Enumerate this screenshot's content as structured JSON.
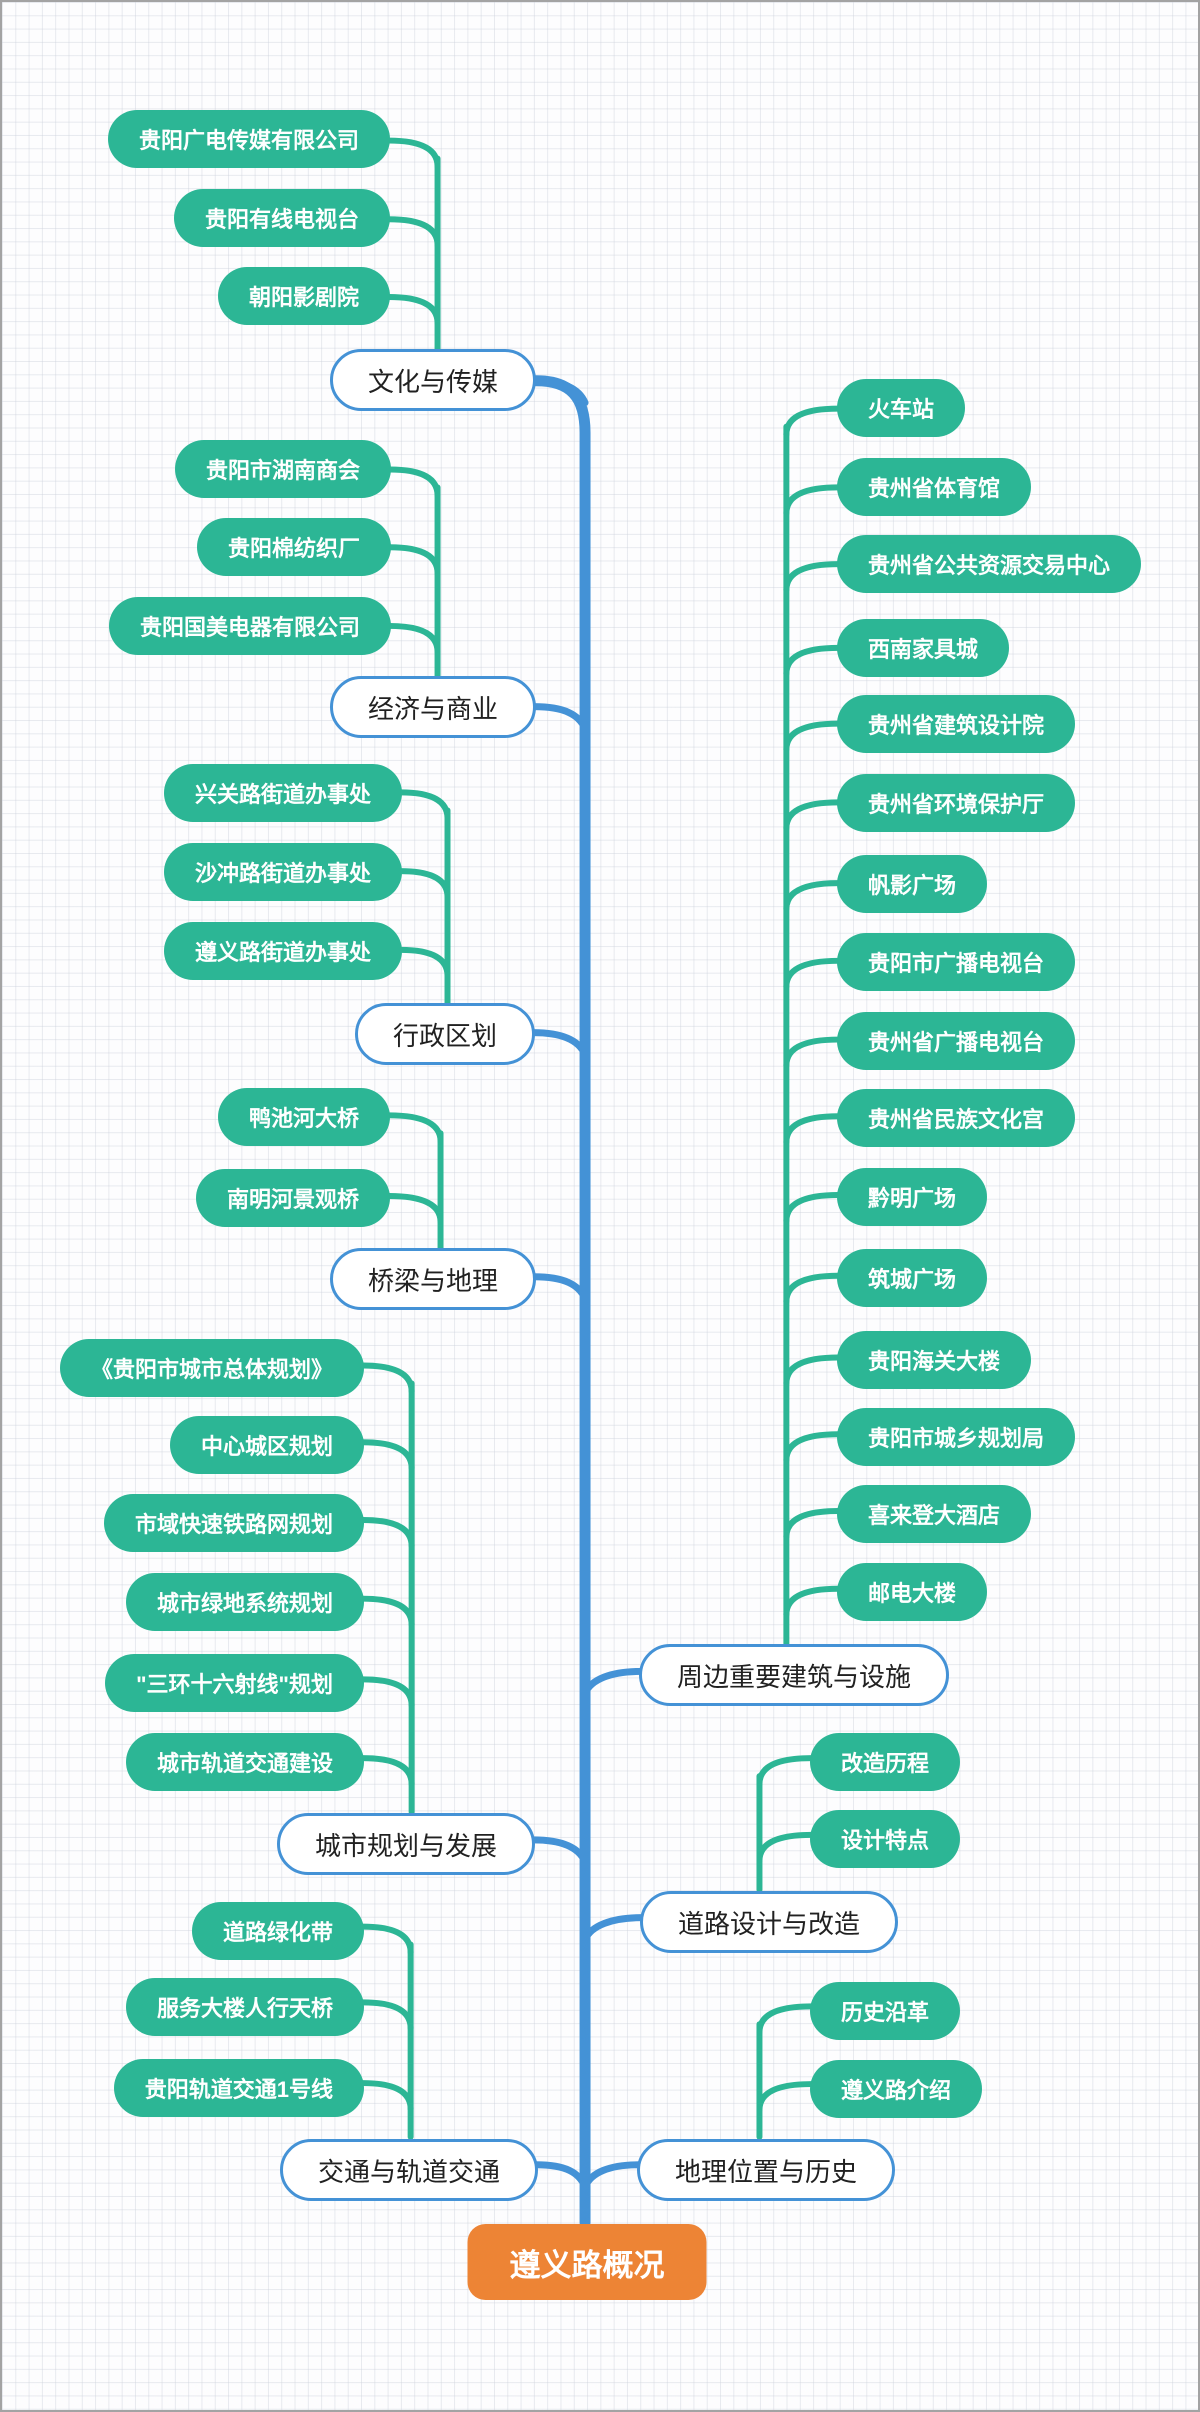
{
  "title": "遵义路概况思维导图",
  "colors": {
    "teal": "#2CB695",
    "blue": "#4492D6",
    "orange": "#ED8435",
    "category_text": "#212121",
    "leaf_text": "#FFFFFF"
  },
  "root": {
    "label": "遵义路概况"
  },
  "left_groups": [
    {
      "label": "文化与传媒",
      "children": [
        "贵阳广电传媒有限公司",
        "贵阳有线电视台",
        "朝阳影剧院"
      ]
    },
    {
      "label": "经济与商业",
      "children": [
        "贵阳市湖南商会",
        "贵阳棉纺织厂",
        "贵阳国美电器有限公司"
      ]
    },
    {
      "label": "行政区划",
      "children": [
        "兴关路街道办事处",
        "沙冲路街道办事处",
        "遵义路街道办事处"
      ]
    },
    {
      "label": "桥梁与地理",
      "children": [
        "鸭池河大桥",
        "南明河景观桥"
      ]
    },
    {
      "label": "城市规划与发展",
      "children": [
        "《贵阳市城市总体规划》",
        "中心城区规划",
        "市域快速铁路网规划",
        "城市绿地系统规划",
        "\"三环十六射线\"规划",
        "城市轨道交通建设"
      ]
    },
    {
      "label": "交通与轨道交通",
      "children": [
        "道路绿化带",
        "服务大楼人行天桥",
        "贵阳轨道交通1号线"
      ]
    }
  ],
  "right_groups": [
    {
      "label": "周边重要建筑与设施",
      "children": [
        "火车站",
        "贵州省体育馆",
        "贵州省公共资源交易中心",
        "西南家具城",
        "贵州省建筑设计院",
        "贵州省环境保护厅",
        "帆影广场",
        "贵阳市广播电视台",
        "贵州省广播电视台",
        "贵州省民族文化宫",
        "黔明广场",
        "筑城广场",
        "贵阳海关大楼",
        "贵阳市城乡规划局",
        "喜来登大酒店",
        "邮电大楼"
      ]
    },
    {
      "label": "道路设计与改造",
      "children": [
        "改造历程",
        "设计特点"
      ]
    },
    {
      "label": "地理位置与历史",
      "children": [
        "历史沿革",
        "遵义路介绍"
      ]
    }
  ]
}
